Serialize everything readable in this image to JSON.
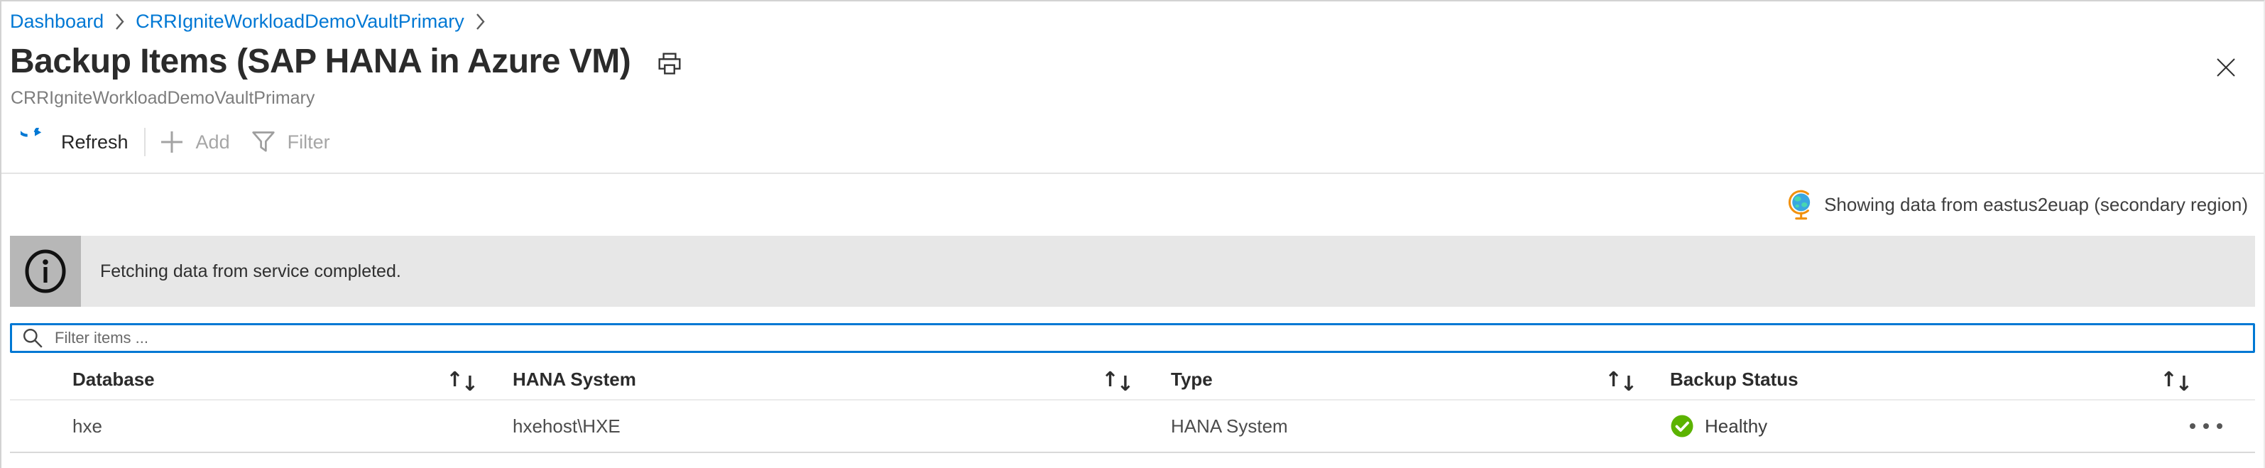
{
  "breadcrumb": {
    "items": [
      "Dashboard",
      "CRRIgniteWorkloadDemoVaultPrimary"
    ]
  },
  "page": {
    "title": "Backup Items (SAP HANA in Azure VM)",
    "subtitle": "CRRIgniteWorkloadDemoVaultPrimary"
  },
  "toolbar": {
    "refresh": "Refresh",
    "add": "Add",
    "filter": "Filter"
  },
  "region_status": {
    "text": "Showing data from eastus2euap (secondary region)"
  },
  "info_banner": {
    "text": "Fetching data from service completed."
  },
  "filter_box": {
    "placeholder": "Filter items ..."
  },
  "table": {
    "columns": [
      "Database",
      "HANA System",
      "Type",
      "Backup Status"
    ],
    "rows": [
      {
        "database": "hxe",
        "hana_system": "hxehost\\HXE",
        "type": "HANA System",
        "backup_status": "Healthy"
      }
    ]
  },
  "icons": {
    "refresh": "circular-arrow",
    "add": "plus",
    "filter": "funnel",
    "print": "printer",
    "close": "x",
    "globe": "desk-globe",
    "info": "info-circle",
    "search": "magnifier",
    "healthy": "green-check-circle",
    "sort": "up-down-arrows",
    "row_menu": "ellipsis"
  },
  "colors": {
    "link_blue": "#0078d4",
    "focus_border_blue": "#0078d4",
    "healthy_green": "#5bb300",
    "banner_bg": "#e7e7e7",
    "banner_icon_bg": "#b7b7b7",
    "title_text": "#2b2b2b",
    "muted_text": "#7d7d7d",
    "disabled_text": "#a6a6a6"
  }
}
